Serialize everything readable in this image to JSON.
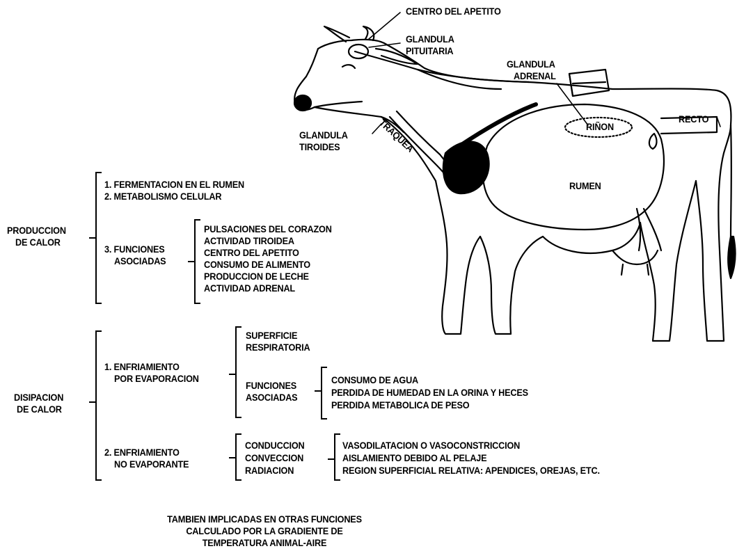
{
  "cow_labels": {
    "centro_apetito": "CENTRO DEL APETITO",
    "glandula_pituitaria_1": "GLANDULA",
    "glandula_pituitaria_2": "PITUITARIA",
    "glandula_adrenal_1": "GLANDULA",
    "glandula_adrenal_2": "ADRENAL",
    "glandula_tiroides_1": "GLANDULA",
    "glandula_tiroides_2": "TIROIDES",
    "traquea": "TRAQUEA",
    "rinon": "RIÑON",
    "recto": "RECTO",
    "rumen": "RUMEN"
  },
  "produccion": {
    "title_1": "PRODUCCION",
    "title_2": "DE CALOR",
    "item_1": "1. FERMENTACION EN EL RUMEN",
    "item_2": "2. METABOLISMO CELULAR",
    "item_3a": "3. FUNCIONES",
    "item_3b": "ASOCIADAS",
    "asociadas": [
      "PULSACIONES DEL CORAZON",
      "ACTIVIDAD TIROIDEA",
      "CENTRO DEL APETITO",
      "CONSUMO DE ALIMENTO",
      "PRODUCCION DE LECHE",
      "ACTIVIDAD ADRENAL"
    ]
  },
  "disipacion": {
    "title_1": "DISIPACION",
    "title_2": "DE CALOR",
    "evap_1": "1. ENFRIAMIENTO",
    "evap_2": "POR EVAPORACION",
    "superficie_1": "SUPERFICIE",
    "superficie_2": "RESPIRATORIA",
    "funciones_1": "FUNCIONES",
    "funciones_2": "ASOCIADAS",
    "funciones_items": [
      "CONSUMO DE AGUA",
      "PERDIDA DE HUMEDAD EN LA ORINA Y HECES",
      "PERDIDA METABOLICA DE PESO"
    ],
    "noevap_1": "2. ENFRIAMIENTO",
    "noevap_2": "NO EVAPORANTE",
    "mecanismos": [
      "CONDUCCION",
      "CONVECCION",
      "RADIACION"
    ],
    "mecanismos_items": [
      "VASODILATACION O VASOCONSTRICCION",
      "AISLAMIENTO DEBIDO AL PELAJE",
      "REGION SUPERFICIAL RELATIVA:  APENDICES, OREJAS, ETC."
    ]
  },
  "footer": [
    "TAMBIEN IMPLICADAS EN OTRAS FUNCIONES",
    "CALCULADO POR LA GRADIENTE DE",
    "TEMPERATURA ANIMAL-AIRE"
  ]
}
